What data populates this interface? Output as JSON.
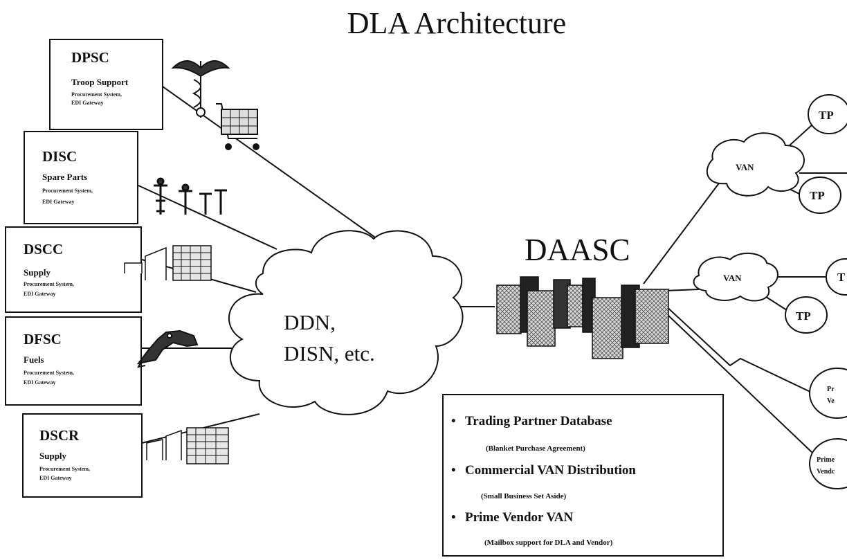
{
  "title": "DLA Architecture",
  "centers": [
    {
      "code": "DPSC",
      "function": "Troop Support",
      "line1": "Procurement System,",
      "line2": "EDI Gateway"
    },
    {
      "code": "DISC",
      "function": "Spare Parts",
      "line1": "Procurement System,",
      "line2": "EDI Gateway"
    },
    {
      "code": "DSCC",
      "function": "Supply",
      "line1": "Procurement System,",
      "line2": "EDI Gateway"
    },
    {
      "code": "DFSC",
      "function": "Fuels",
      "line1": "Procurement System,",
      "line2": "EDI Gateway"
    },
    {
      "code": "DSCR",
      "function": "Supply",
      "line1": "Procurement System,",
      "line2": "EDI Gateway"
    }
  ],
  "network_cloud": {
    "line1": "DDN,",
    "line2": "DISN, etc."
  },
  "hub": "DAASC",
  "vans": [
    {
      "label": "VAN",
      "partners": [
        "TP",
        "TP"
      ]
    },
    {
      "label": "VAN",
      "partners": [
        "T",
        "TP"
      ]
    }
  ],
  "edge_nodes": [
    {
      "line1": "Pr",
      "line2": "Ve"
    },
    {
      "line1": "Prime",
      "line2": "Vendc"
    }
  ],
  "features": [
    {
      "label": "Trading Partner Database",
      "note": "(Blanket Purchase Agreement)"
    },
    {
      "label": "Commercial VAN Distribution",
      "note": "(Small Business Set Aside)"
    },
    {
      "label": "Prime Vendor VAN",
      "note": "(Mailbox support for DLA and Vendor)"
    }
  ],
  "colors": {
    "ink": "#111111",
    "background": "#ffffff",
    "stipple": "#9a9a9a",
    "dark_tower": "#222222"
  },
  "icons": [
    "caduceus-icon",
    "shopping-cart-icon",
    "wrench-tools-icon",
    "warehouse-icon",
    "fuel-nozzle-icon",
    "warehouse-icon",
    "mainframe-computers-icon"
  ]
}
